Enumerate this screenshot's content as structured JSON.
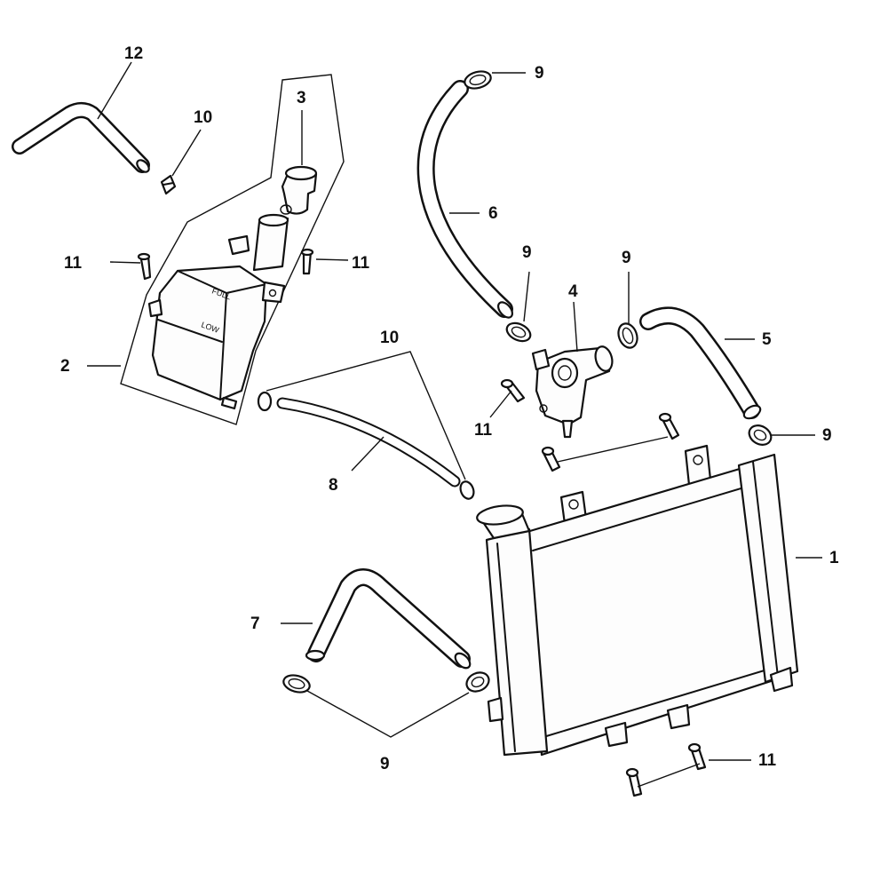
{
  "callouts": [
    {
      "id": "c12",
      "label": "12"
    },
    {
      "id": "c10a",
      "label": "10"
    },
    {
      "id": "c3",
      "label": "3"
    },
    {
      "id": "c11a",
      "label": "11"
    },
    {
      "id": "c11b",
      "label": "11"
    },
    {
      "id": "c2",
      "label": "2"
    },
    {
      "id": "c9a",
      "label": "9"
    },
    {
      "id": "c6",
      "label": "6"
    },
    {
      "id": "c9b",
      "label": "9"
    },
    {
      "id": "c4",
      "label": "4"
    },
    {
      "id": "c9c",
      "label": "9"
    },
    {
      "id": "c5",
      "label": "5"
    },
    {
      "id": "c10b",
      "label": "10"
    },
    {
      "id": "c11c",
      "label": "11"
    },
    {
      "id": "c9d",
      "label": "9"
    },
    {
      "id": "c8",
      "label": "8"
    },
    {
      "id": "c1",
      "label": "1"
    },
    {
      "id": "c7",
      "label": "7"
    },
    {
      "id": "c9e",
      "label": "9"
    },
    {
      "id": "c11d",
      "label": "11"
    }
  ],
  "tank_marks": {
    "full": "FULL",
    "low": "LOW"
  },
  "colors": {
    "line": "#111111",
    "background": "#ffffff"
  }
}
